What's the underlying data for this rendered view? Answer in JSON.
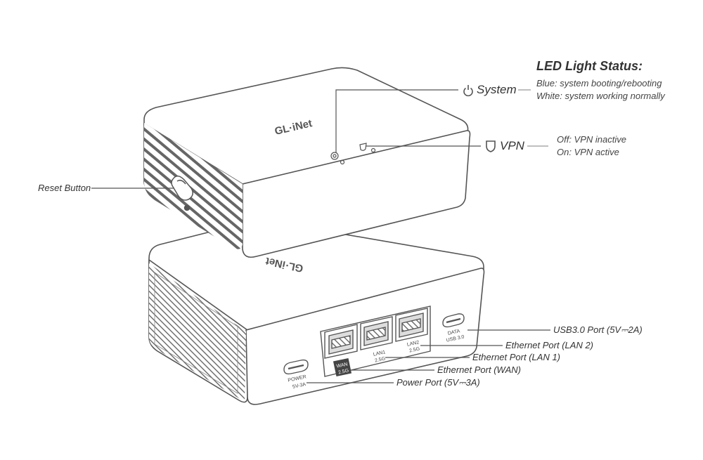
{
  "brand": {
    "logo_text": "GL·iNet"
  },
  "led_status": {
    "title": "LED Light Status:",
    "system": {
      "name": "System",
      "desc_1": "Blue: system booting/rebooting",
      "desc_2": "White: system working normally"
    },
    "vpn": {
      "name": "VPN",
      "desc_1": "Off: VPN inactive",
      "desc_2": "On: VPN active"
    }
  },
  "callouts": {
    "reset": "Reset Button",
    "usb": "USB3.0 Port (5V⎓2A)",
    "lan2": "Ethernet Port (LAN 2)",
    "lan1": "Ethernet Port (LAN 1)",
    "wan": "Ethernet Port (WAN)",
    "power": "Power Port (5V⎓3A)"
  },
  "port_marks": {
    "wan_1": "WAN",
    "wan_2": "2.5G",
    "lan1_1": "LAN1",
    "lan1_2": "2.5G",
    "lan2_1": "LAN2",
    "lan2_2": "2.5G",
    "usb_1": "DATA",
    "usb_2": "USB 3.0",
    "power_1": "POWER",
    "power_2": "5V-3A"
  },
  "colors": {
    "line": "#555555",
    "fill": "#ffffff",
    "badge": "#444444"
  }
}
